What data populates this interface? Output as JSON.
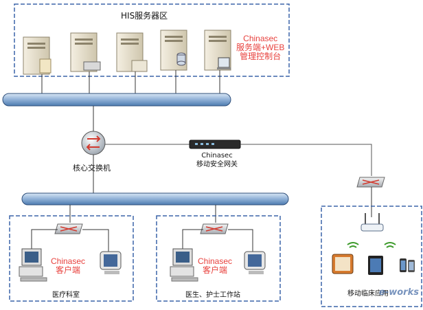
{
  "server_zone": {
    "title": "HIS服务器区",
    "product_label": [
      "Chinasec",
      "服务端+WEB",
      "管理控制台"
    ]
  },
  "core_switch": {
    "label": "核心交换机"
  },
  "gateway": {
    "name": "Chinasec",
    "label": "移动安全网关"
  },
  "zones": [
    {
      "label": "医疗科室",
      "client_label": [
        "Chinasec",
        "客户端"
      ]
    },
    {
      "label": "医生、护士工作站",
      "client_label": [
        "Chinasec",
        "客户端"
      ]
    },
    {
      "label": "移动临床应用"
    }
  ],
  "watermark": "e-works",
  "colors": {
    "zone_border": "#3a63a8",
    "bus": "#8fb0d6",
    "bus_dark": "#2f4f7a",
    "accent": "#e8413d"
  }
}
